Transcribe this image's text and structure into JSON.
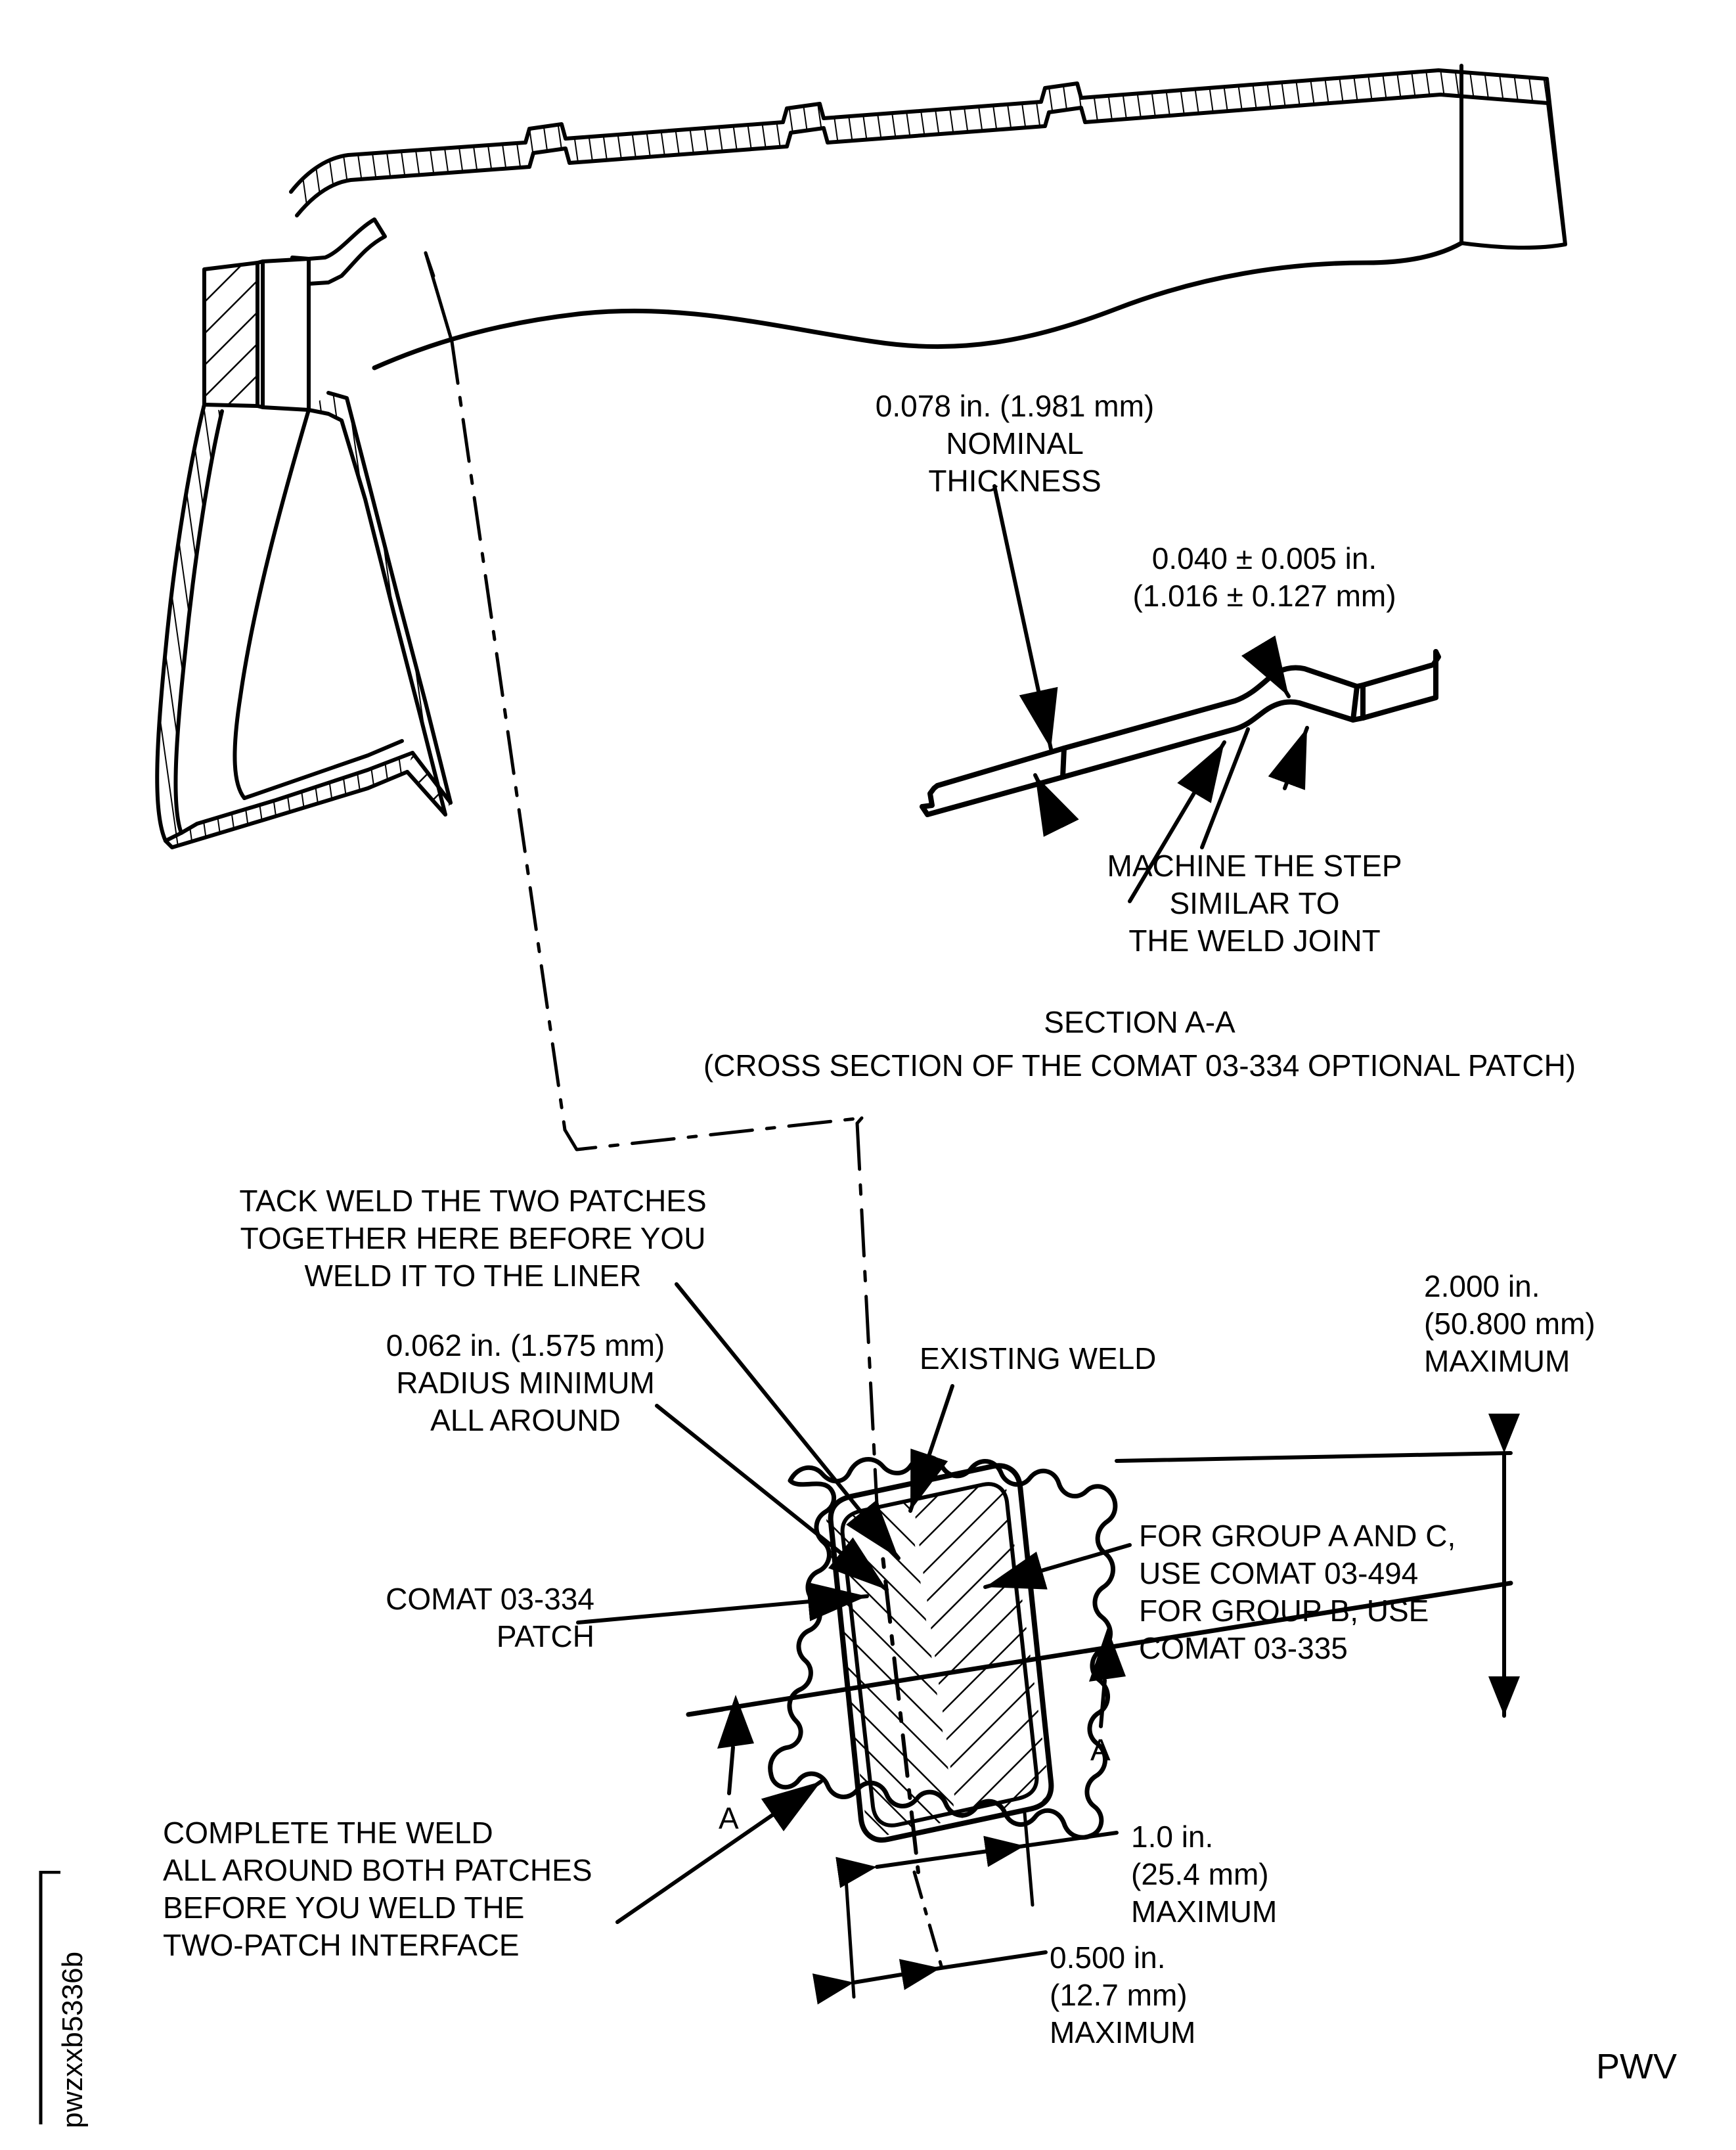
{
  "document": {
    "figure_id": "pwzxxb5336b",
    "corner_code": "PWV"
  },
  "section_detail": {
    "nominal_thickness": "0.078 in. (1.981 mm)\nNOMINAL\nTHICKNESS",
    "step_thickness": "0.040 ± 0.005 in.\n(1.016 ± 0.127 mm)",
    "machine_note": "MACHINE THE STEP\nSIMILAR TO\nTHE WELD JOINT",
    "section_title": "SECTION A-A",
    "section_subtitle": "(CROSS SECTION OF THE COMAT 03-334 OPTIONAL PATCH)"
  },
  "patch_detail": {
    "tack_weld_note": "TACK WELD THE TWO PATCHES\nTOGETHER HERE BEFORE YOU\nWELD IT TO THE LINER",
    "radius_note": "0.062 in. (1.575 mm)\nRADIUS MINIMUM\nALL AROUND",
    "patch_label": "COMAT 03-334\nPATCH",
    "existing_weld_label": "EXISTING WELD",
    "group_note": "FOR GROUP A AND C,\nUSE COMAT 03-494\nFOR GROUP B, USE\nCOMAT 03-335",
    "complete_weld_note": "COMPLETE THE WELD\nALL AROUND BOTH PATCHES\nBEFORE YOU WELD THE\nTWO-PATCH INTERFACE",
    "dim_height": "2.000 in.\n(50.800 mm)\nMAXIMUM",
    "dim_width_upper": "1.0 in.\n(25.4 mm)\nMAXIMUM",
    "dim_width_lower": "0.500 in.\n(12.7 mm)\nMAXIMUM",
    "section_arrow_left": "A",
    "section_arrow_right": "A"
  },
  "colors": {
    "line": "#000000",
    "background": "#ffffff"
  }
}
